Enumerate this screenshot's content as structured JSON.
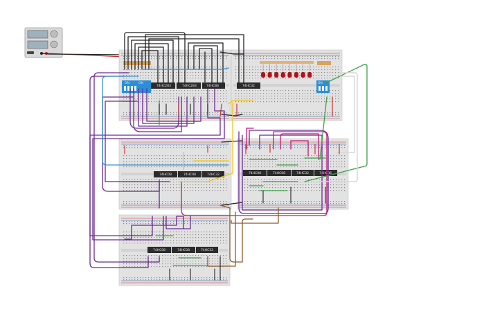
{
  "circuit": {
    "power_supply": {
      "indicator": "power-supply-icon"
    },
    "chips": [
      {
        "id": "c1",
        "label": "74HC283"
      },
      {
        "id": "c2",
        "label": "74HC283"
      },
      {
        "id": "c3",
        "label": "74HC86"
      },
      {
        "id": "c4",
        "label": "74HC32"
      },
      {
        "id": "c5",
        "label": "74HC08"
      },
      {
        "id": "c6",
        "label": "74HC08"
      },
      {
        "id": "c7",
        "label": "74HC32"
      },
      {
        "id": "c8",
        "label": "74HC08"
      },
      {
        "id": "c9",
        "label": "74HC08"
      },
      {
        "id": "c10",
        "label": "74HC32"
      },
      {
        "id": "c11",
        "label": "74HC86"
      },
      {
        "id": "c12",
        "label": "74HC08"
      },
      {
        "id": "c13",
        "label": "74HC08"
      },
      {
        "id": "c14",
        "label": "74HC32"
      }
    ],
    "dip_switch_labels": [
      "ON",
      "ON",
      "ON"
    ],
    "led_count": 8,
    "colors": {
      "breadboard": "#e2e2e2",
      "rail_red": "#d32f2f",
      "rail_blue": "#1e5fb4",
      "chip": "#2b2b2b",
      "dip_switch": "#2a8fd6",
      "led": "#b3121b",
      "wire_purple": "#6a2b8f",
      "wire_black": "#222222",
      "wire_magenta": "#c2187a",
      "wire_green": "#3aa346",
      "wire_yellow": "#f0c419",
      "wire_brown": "#8b5a2b",
      "wire_white": "#d7d7d7",
      "wire_blue": "#3b8fd0",
      "wire_red": "#c62828"
    }
  }
}
